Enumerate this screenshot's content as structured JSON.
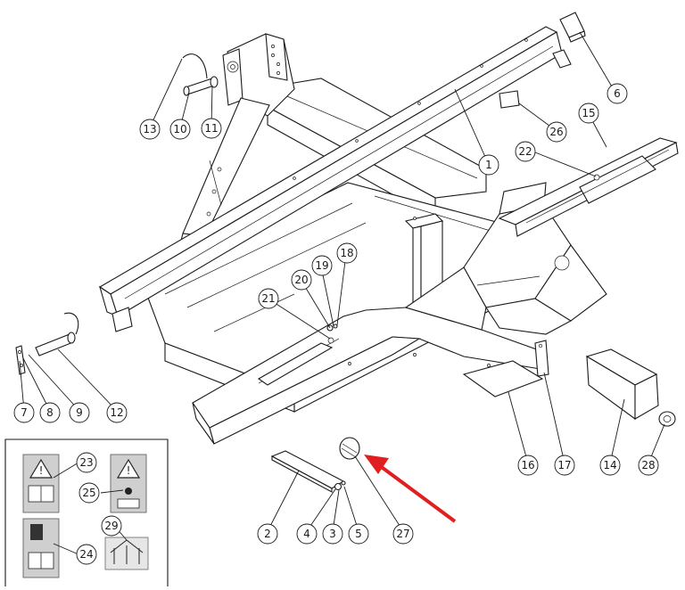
{
  "diagram": {
    "callouts": [
      {
        "id": "c1",
        "label": "1"
      },
      {
        "id": "c2",
        "label": "2"
      },
      {
        "id": "c3",
        "label": "3"
      },
      {
        "id": "c4",
        "label": "4"
      },
      {
        "id": "c5",
        "label": "5"
      },
      {
        "id": "c6",
        "label": "6"
      },
      {
        "id": "c7",
        "label": "7"
      },
      {
        "id": "c8",
        "label": "8"
      },
      {
        "id": "c9",
        "label": "9"
      },
      {
        "id": "c10",
        "label": "10"
      },
      {
        "id": "c11",
        "label": "11"
      },
      {
        "id": "c12",
        "label": "12"
      },
      {
        "id": "c13",
        "label": "13"
      },
      {
        "id": "c14",
        "label": "14"
      },
      {
        "id": "c15",
        "label": "15"
      },
      {
        "id": "c16",
        "label": "16"
      },
      {
        "id": "c17",
        "label": "17"
      },
      {
        "id": "c18",
        "label": "18"
      },
      {
        "id": "c19",
        "label": "19"
      },
      {
        "id": "c20",
        "label": "20"
      },
      {
        "id": "c21",
        "label": "21"
      },
      {
        "id": "c22",
        "label": "22"
      },
      {
        "id": "c23",
        "label": "23"
      },
      {
        "id": "c24",
        "label": "24"
      },
      {
        "id": "c25",
        "label": "25"
      },
      {
        "id": "c26",
        "label": "26"
      },
      {
        "id": "c27",
        "label": "27"
      },
      {
        "id": "c28",
        "label": "28"
      },
      {
        "id": "c29",
        "label": "29"
      }
    ],
    "highlight_arrow_color": "#e02020",
    "highlighted_part": "27"
  }
}
